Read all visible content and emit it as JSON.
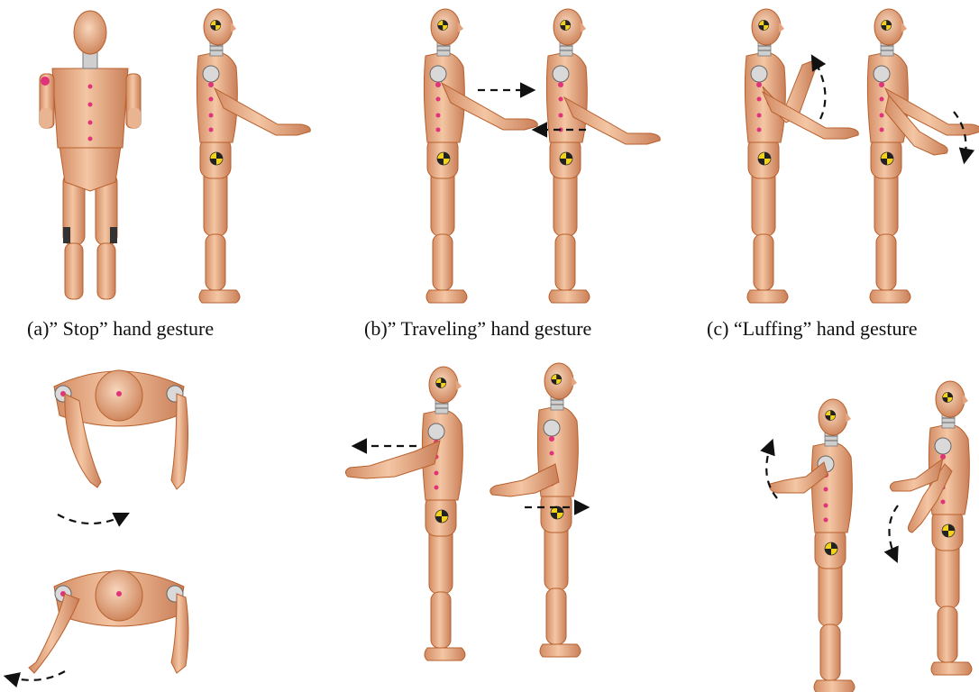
{
  "captions": {
    "a": "(a)” Stop” hand gesture",
    "b": "(b)” Traveling” hand gesture",
    "c": "(c) “Luffing” hand gesture"
  },
  "colors": {
    "skin": "#eab08c",
    "skin_shade": "#c87e58",
    "skin_light": "#f6d2b6",
    "outline": "#b8612e",
    "marker": "#e0337a",
    "target_yellow": "#f2d21a",
    "arrow": "#111111"
  },
  "icons": {
    "figure": "crash-test-dummy-icon",
    "motion": "dashed-arrow-icon"
  }
}
